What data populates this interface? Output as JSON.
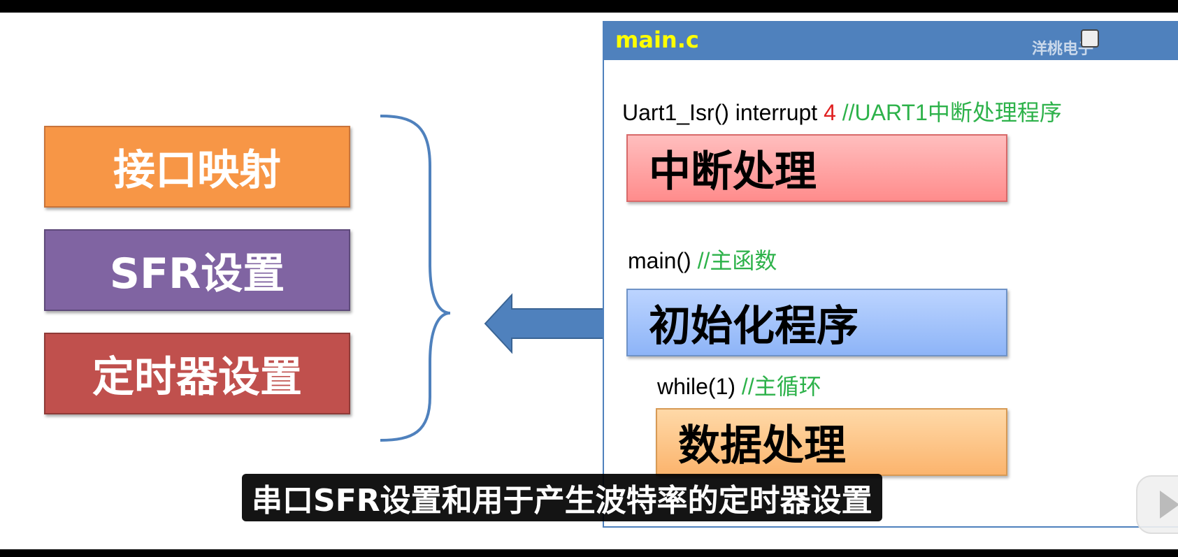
{
  "left_boxes": {
    "interface_mapping": "接口映射",
    "sfr_setup": "SFR设置",
    "timer_setup": "定时器设置"
  },
  "panel": {
    "filename": "main.c",
    "brand": "洋桃电子"
  },
  "code": {
    "isr_func": "Uart1_Isr() interrupt ",
    "isr_num": "4",
    "isr_comment": " //UART1中断处理程序",
    "main_func": "main()",
    "main_comment": "  //主函数",
    "while_func": "while(1)",
    "while_comment": "  //主循环"
  },
  "blocks": {
    "interrupt_handling": "中断处理",
    "init_program": "初始化程序",
    "data_processing": "数据处理"
  },
  "subtitle": "串口SFR设置和用于产生波特率的定时器设置",
  "colors": {
    "orange": "#f79646",
    "purple": "#8064a2",
    "red": "#c0504d",
    "panel_blue": "#4f81bd",
    "filename_yellow": "#ffff00",
    "comment_green": "#2db24a",
    "number_red": "#e02020"
  },
  "icons": {
    "play": "play-icon",
    "arrow": "left-arrow-icon",
    "brace": "right-brace-icon"
  }
}
